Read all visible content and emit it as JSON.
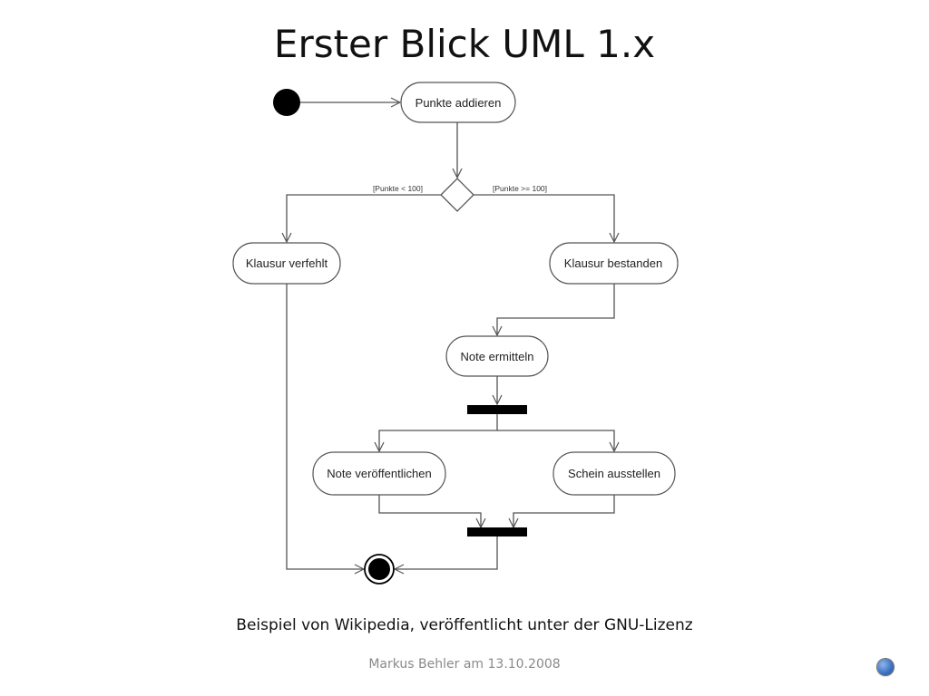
{
  "slide": {
    "title": "Erster Blick UML 1.x",
    "caption": "Beispiel von Wikipedia, veröffentlicht unter der GNU-Lizenz",
    "footer": "Markus Behler am 13.10.2008"
  },
  "diagram": {
    "actions": {
      "add_points": "Punkte addieren",
      "exam_failed": "Klausur verfehlt",
      "exam_passed": "Klausur bestanden",
      "determine_grade": "Note ermitteln",
      "publish_grade": "Note veröffentlichen",
      "issue_certificate": "Schein ausstellen"
    },
    "guards": {
      "below": "[Punkte < 100]",
      "at_least": "[Punkte >= 100]"
    }
  },
  "colors": {
    "stroke": "#555555",
    "fill": "#000000",
    "nav_button": "#3a6fc0"
  }
}
